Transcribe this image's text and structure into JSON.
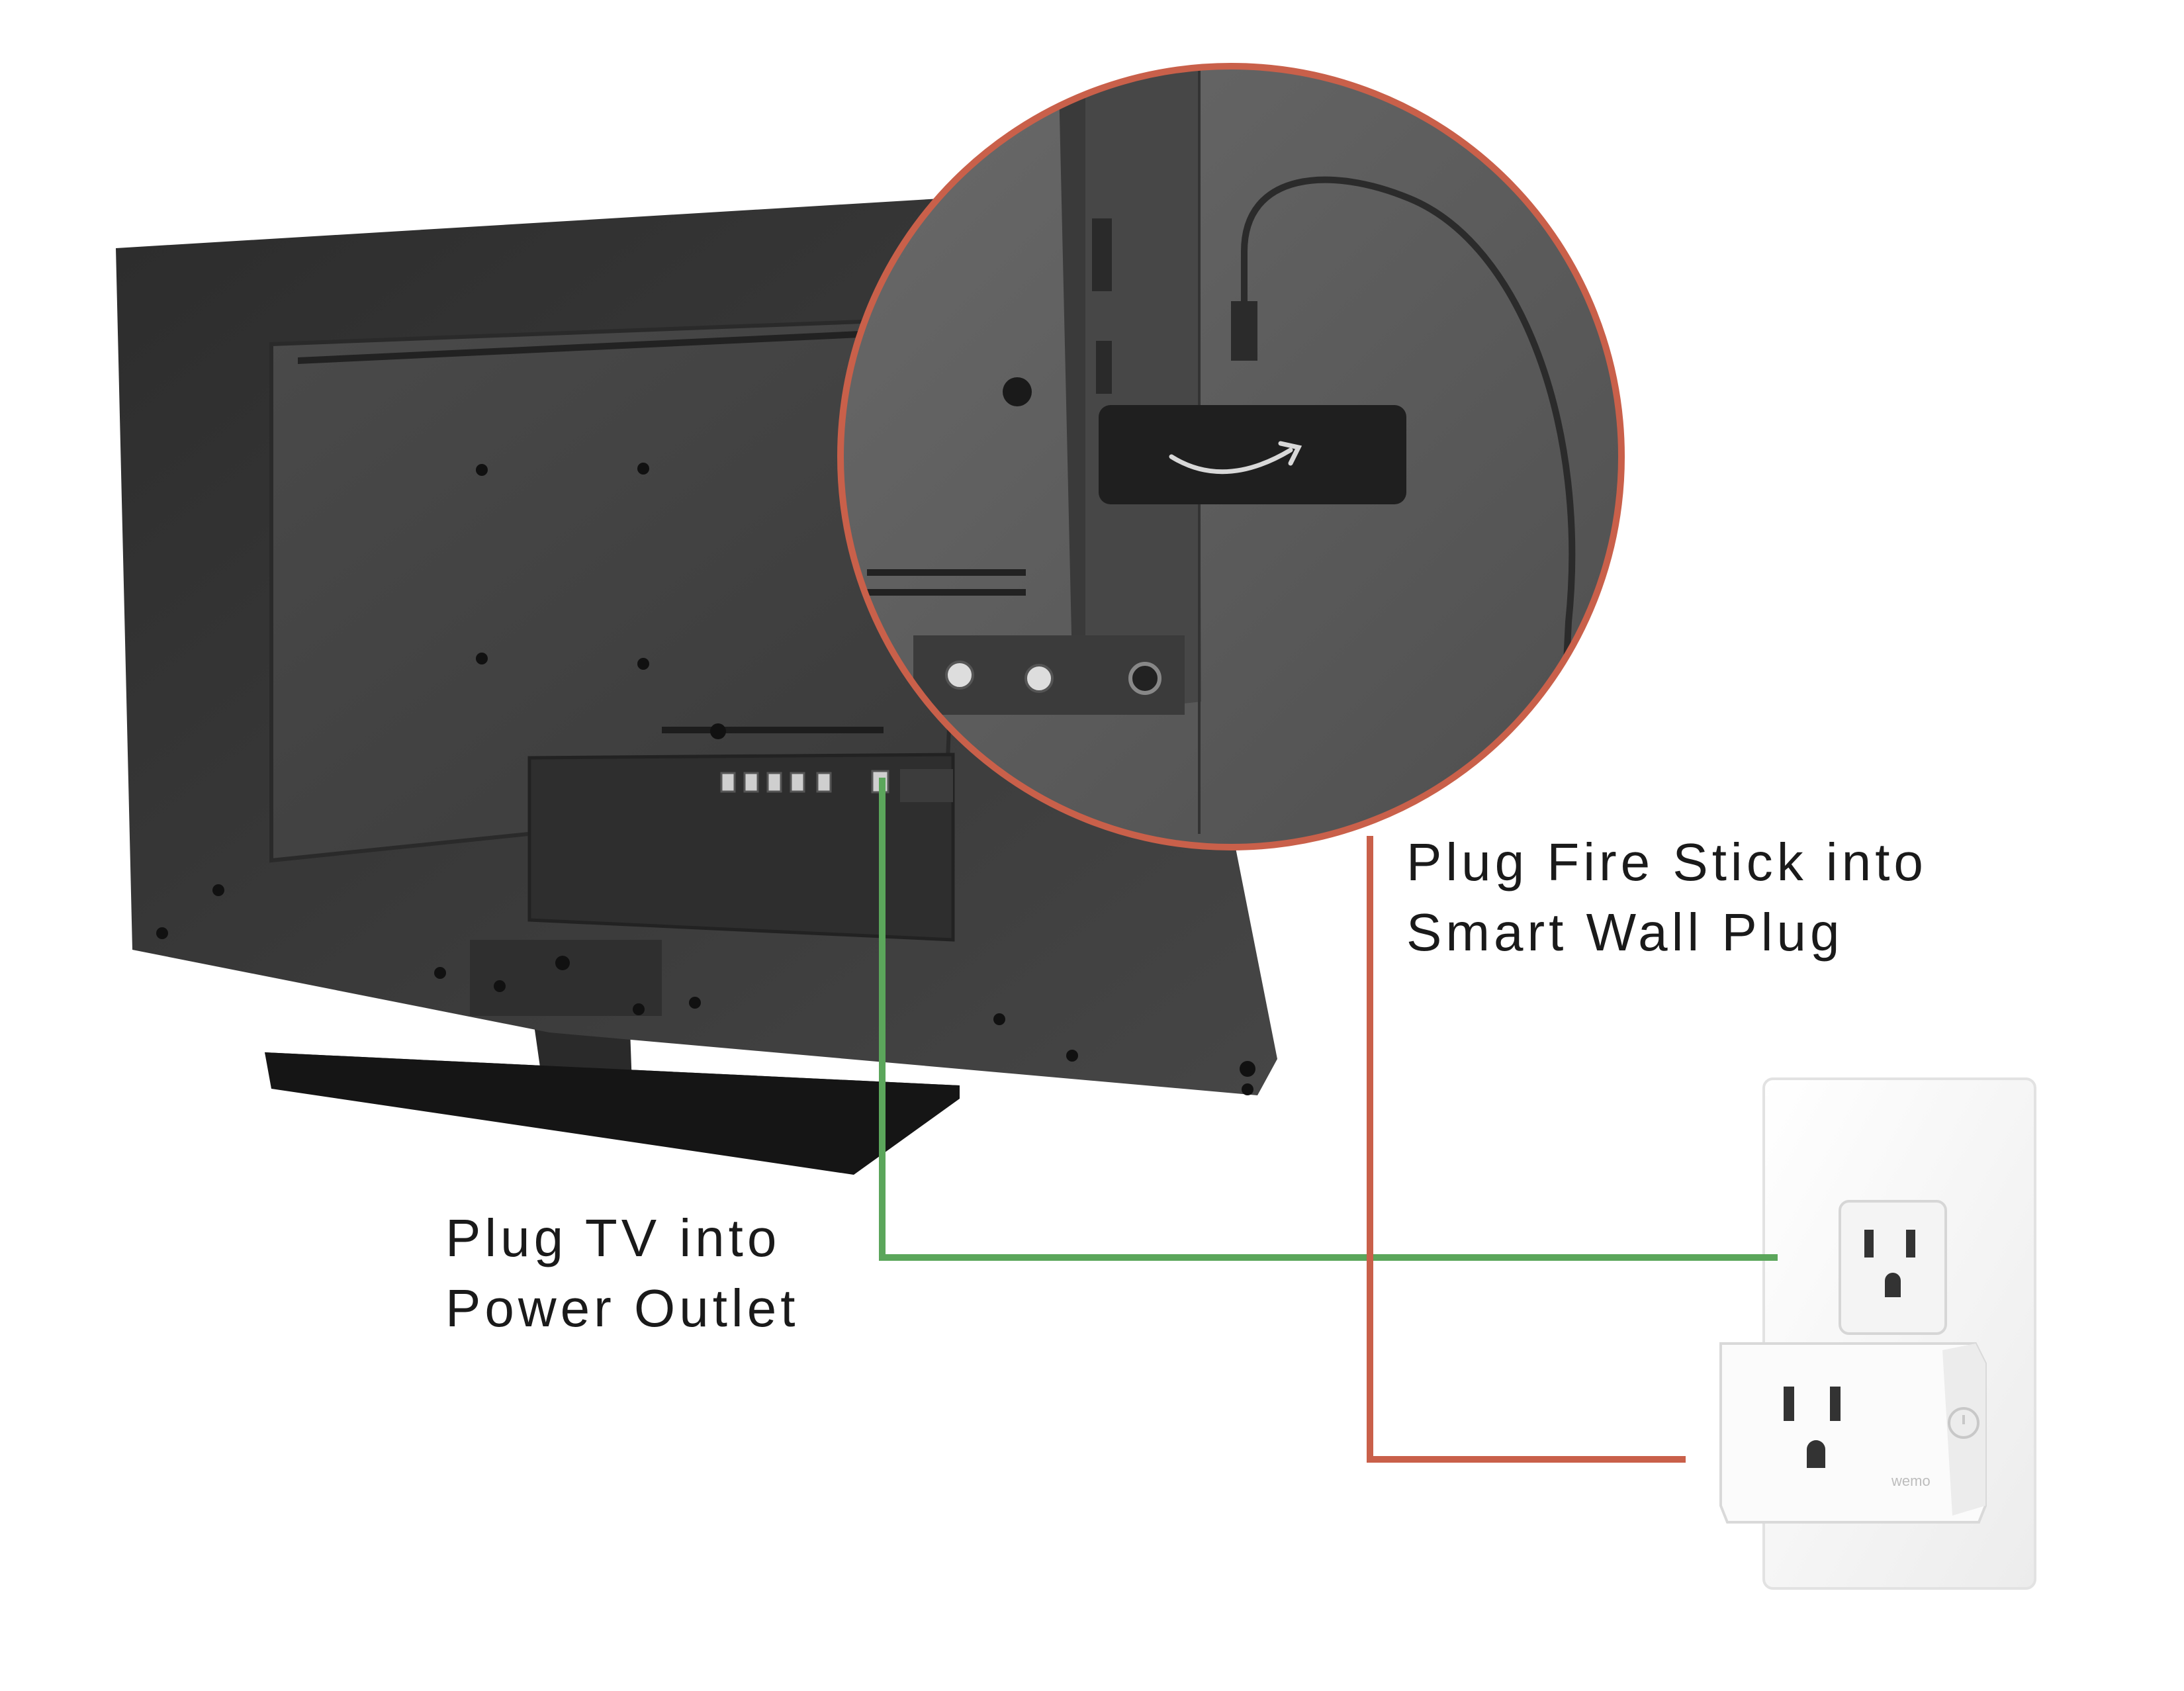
{
  "labels": {
    "fire_stick": {
      "line1": "Plug Fire Stick into",
      "line2": "Smart Wall Plug"
    },
    "tv": {
      "line1": "Plug TV into",
      "line2": "Power Outlet"
    }
  },
  "smart_plug": {
    "brand_text": "wemo"
  },
  "icons": {
    "firestick": "amazon-smile-logo",
    "smart_plug_button": "power-icon"
  },
  "colors": {
    "tv_connector": "#5ba65b",
    "firestick_connector": "#c9604a",
    "zoom_circle": "#c9604a",
    "tv_body": "#3a3a3a",
    "plate": "#f7f7f7"
  }
}
